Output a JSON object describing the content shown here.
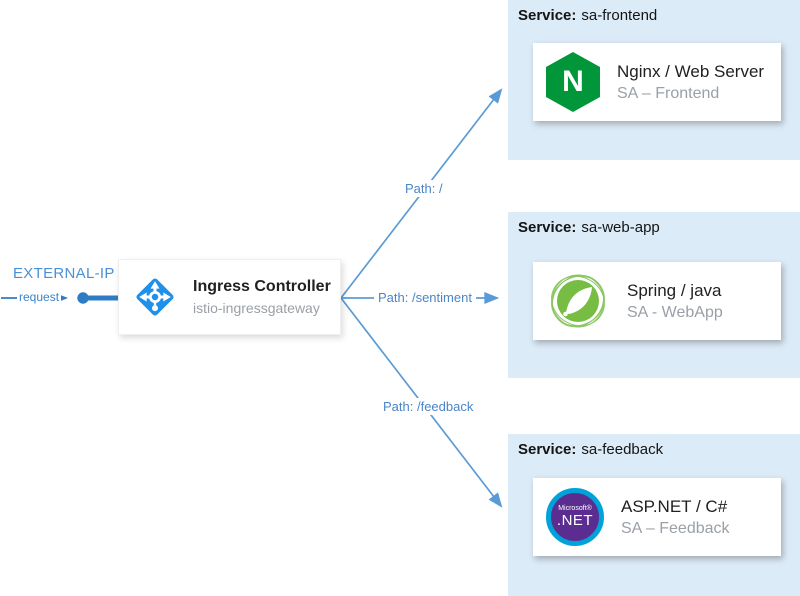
{
  "external": {
    "label": "EXTERNAL-IP",
    "request_label": "request"
  },
  "ingress": {
    "title": "Ingress Controller",
    "subtitle": "istio-ingressgateway"
  },
  "routes": [
    {
      "label": "Path: /"
    },
    {
      "label": "Path: /sentiment"
    },
    {
      "label": "Path: /feedback"
    }
  ],
  "services": [
    {
      "label_prefix": "Service:",
      "name": "sa-frontend",
      "card_title": "Nginx / Web Server",
      "card_subtitle": "SA – Frontend",
      "icon": "nginx-icon",
      "icon_letter": "N"
    },
    {
      "label_prefix": "Service:",
      "name": "sa-web-app",
      "card_title": "Spring / java",
      "card_subtitle": "SA - WebApp",
      "icon": "spring-icon"
    },
    {
      "label_prefix": "Service:",
      "name": "sa-feedback",
      "card_title": "ASP.NET / C#",
      "card_subtitle": "SA – Feedback",
      "icon": "dotnet-icon",
      "icon_text_top": "Microsoft®",
      "icon_text_bottom": ".NET"
    }
  ],
  "colors": {
    "panel_bg": "#dcebf8",
    "route_line_blue": "#5b9bd5",
    "route_label_blue": "#4a86c8",
    "external_line_blue": "#2e7cc4",
    "external_label_blue": "#4a90d9",
    "card_title_color": "#212121",
    "card_subtitle_color": "#9aa0a6",
    "nginx_green": "#009639",
    "spring_green": "#77bc43",
    "dotnet_purple": "#5c2d91",
    "dotnet_ring_cyan": "#00a3d9",
    "istio_blue": "#2190e8"
  }
}
